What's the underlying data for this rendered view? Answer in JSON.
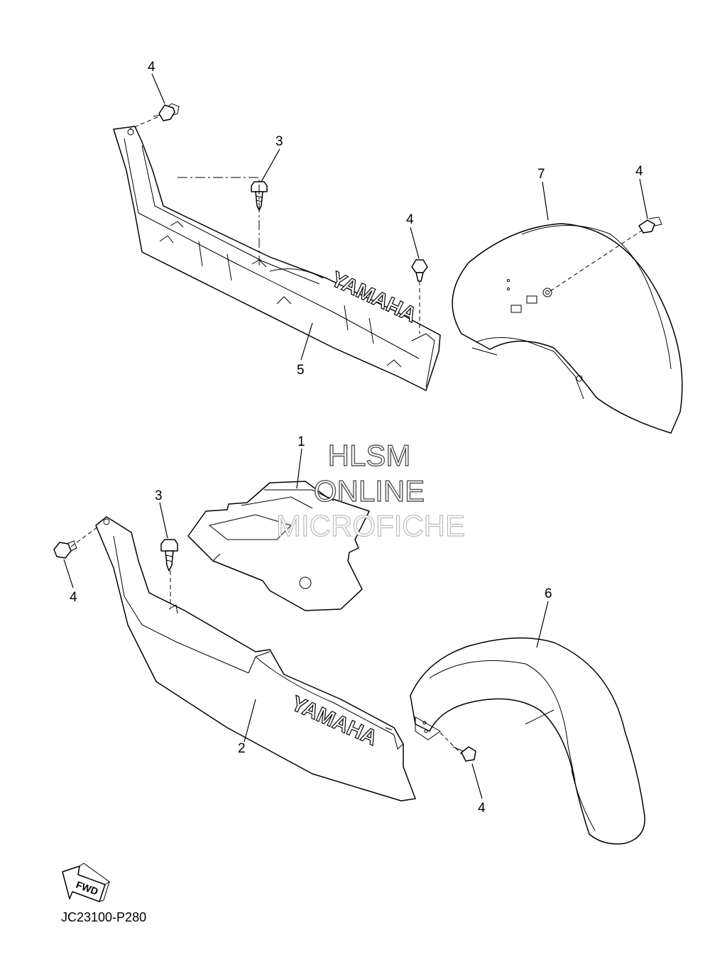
{
  "callouts": {
    "c1": "1",
    "c2": "2",
    "c3a": "3",
    "c3b": "3",
    "c4a": "4",
    "c4b": "4",
    "c4c": "4",
    "c4d": "4",
    "c4e": "4",
    "c5": "5",
    "c6": "6",
    "c7": "7"
  },
  "logos": {
    "upper": "YAMAHA",
    "lower": "YAMAHA"
  },
  "watermark": {
    "line1": "HLSM",
    "line2": "ONLINE",
    "line3": "MICROFICHE"
  },
  "fwd_label": "FWD",
  "diagram_code": "JC23100-P280"
}
